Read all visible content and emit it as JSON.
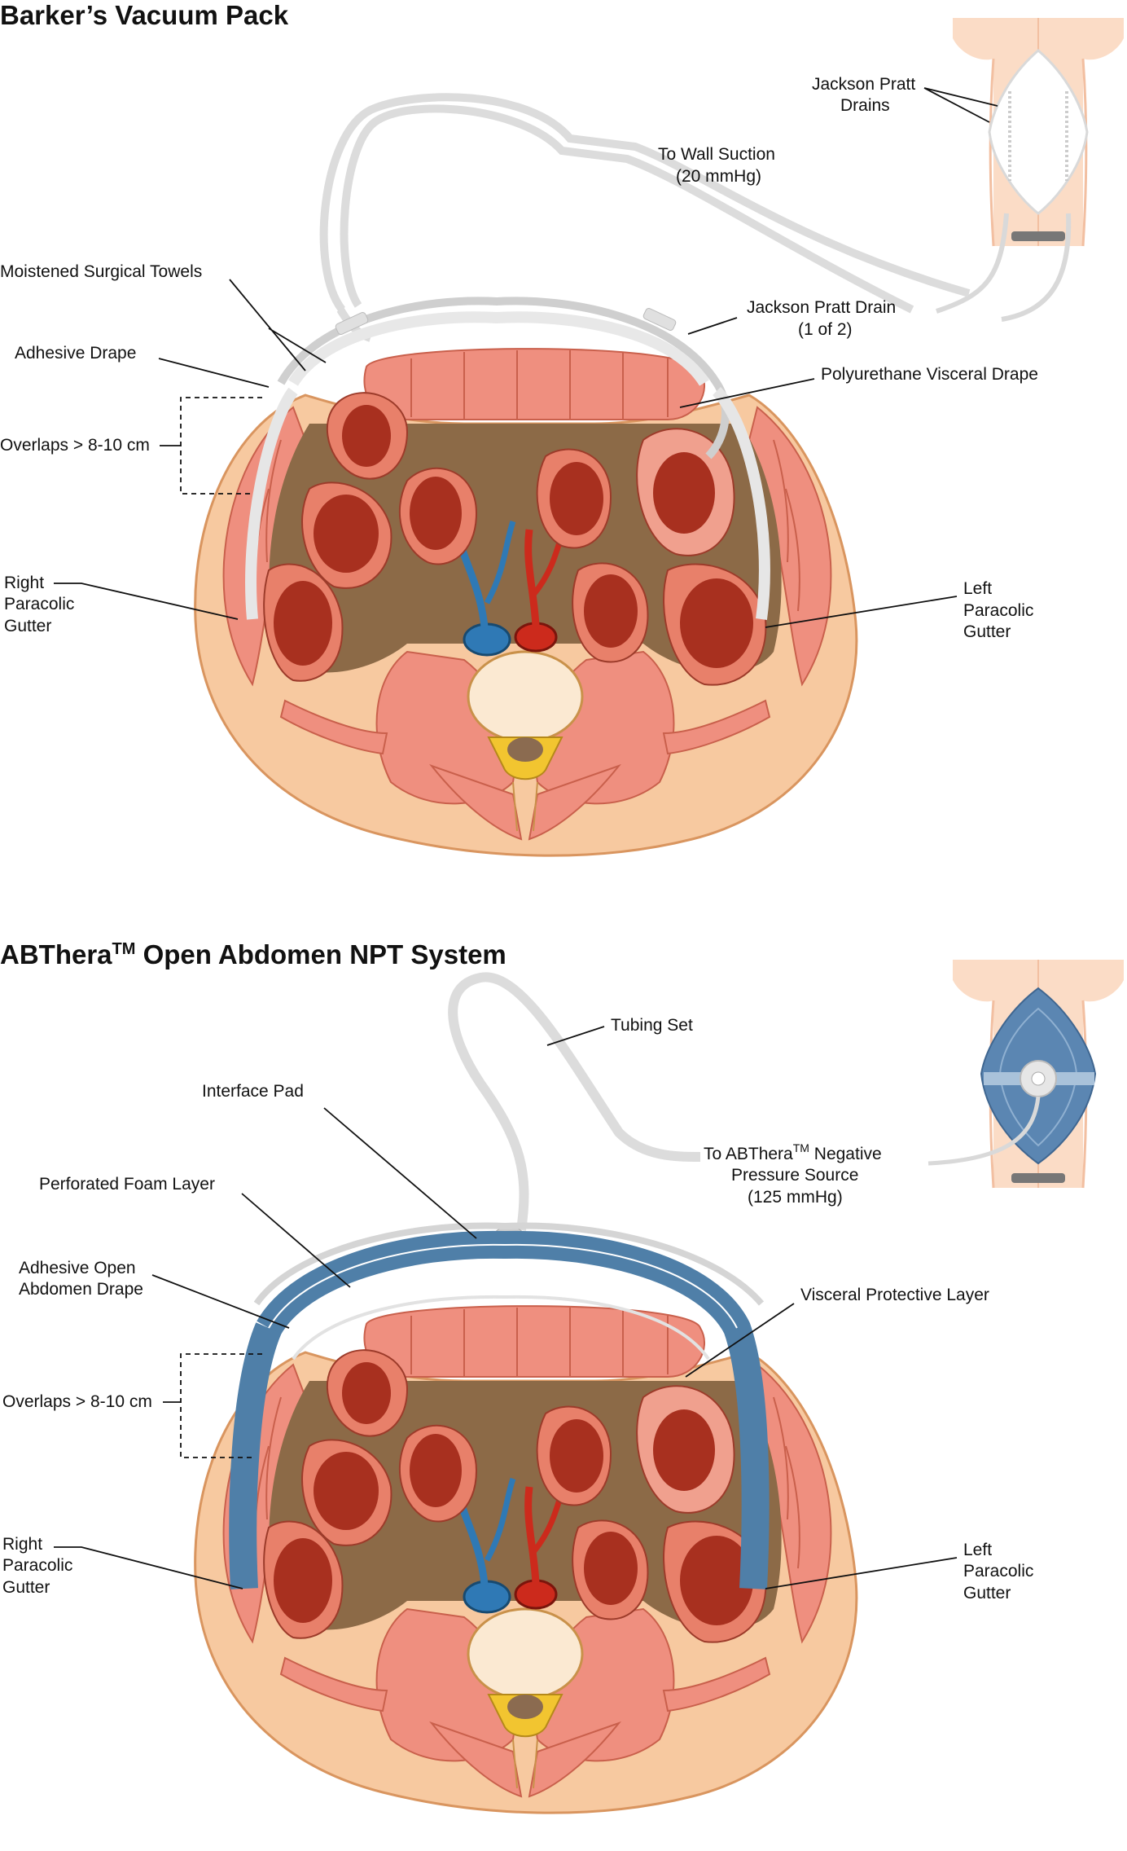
{
  "panel_top": {
    "title": "Barker’s Vacuum Pack",
    "labels": {
      "jackson_pratt_drains": [
        "Jackson Pratt",
        "Drains"
      ],
      "to_wall_suction": [
        "To Wall Suction",
        "(20 mmHg)"
      ],
      "moistened_surgical_towels": [
        "Moistened Surgical Towels"
      ],
      "adhesive_drape": [
        "Adhesive Drape"
      ],
      "jackson_pratt_drain_one": [
        "Jackson Pratt Drain",
        "(1 of 2)"
      ],
      "polyurethane_visceral_drape": [
        "Polyurethane Visceral Drape"
      ],
      "overlaps": [
        "Overlaps > 8-10 cm"
      ],
      "right_paracolic_gutter": [
        "Right",
        "Paracolic",
        "Gutter"
      ],
      "left_paracolic_gutter": [
        "Left",
        "Paracolic",
        "Gutter"
      ]
    }
  },
  "panel_bottom": {
    "title_main": "ABThera",
    "title_tm": "TM",
    "title_rest": " Open Abdomen NPT System",
    "labels": {
      "tubing_set": [
        "Tubing Set"
      ],
      "interface_pad": [
        "Interface Pad"
      ],
      "negative_pressure_line1_main": "To ABThera",
      "negative_pressure_line1_tm": "TM",
      "negative_pressure_line1_rest": " Negative",
      "negative_pressure_rest": [
        "Pressure Source",
        "(125 mmHg)"
      ],
      "perforated_foam_layer": [
        "Perforated Foam Layer"
      ],
      "adhesive_open_abdomen_drape": [
        "Adhesive Open",
        "Abdomen Drape"
      ],
      "visceral_protective_layer": [
        "Visceral Protective Layer"
      ],
      "overlaps": [
        "Overlaps > 8-10 cm"
      ],
      "right_paracolic_gutter": [
        "Right",
        "Paracolic",
        "Gutter"
      ],
      "left_paracolic_gutter": [
        "Left",
        "Paracolic",
        "Gutter"
      ]
    }
  },
  "colors": {
    "skin": "#f7c9a0",
    "skin_outline": "#d9955f",
    "muscle": "#ef8f7f",
    "bowel_wall": "#e8806a",
    "bowel_lumen": "#a8301f",
    "peritoneal_space": "#8c6a47",
    "vertebra": "#fbe9d2",
    "spinal_cord": "#f2c530",
    "vein": "#2f79b5",
    "artery": "#cc2a1c",
    "drape_gray": "#d5d5d5",
    "foam_blue": "#4f7fa8",
    "torso_thumb": "#fbdcc6"
  }
}
